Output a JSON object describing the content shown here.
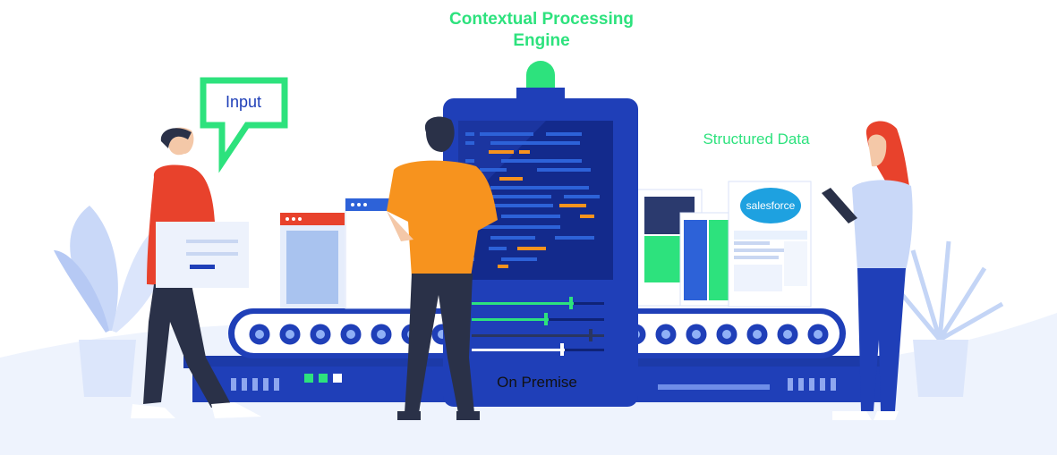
{
  "labels": {
    "engine_title": "Contextual Processing Engine",
    "input": "Input",
    "structured_data": "Structured Data",
    "on_premise": "On Premise",
    "brand": "salesforce"
  },
  "colors": {
    "accent_green": "#2de27d",
    "machine_blue": "#1f3fb8",
    "dark_blue": "#132a8c",
    "shirt_orange": "#f7931e",
    "hair_red": "#e8422c"
  }
}
